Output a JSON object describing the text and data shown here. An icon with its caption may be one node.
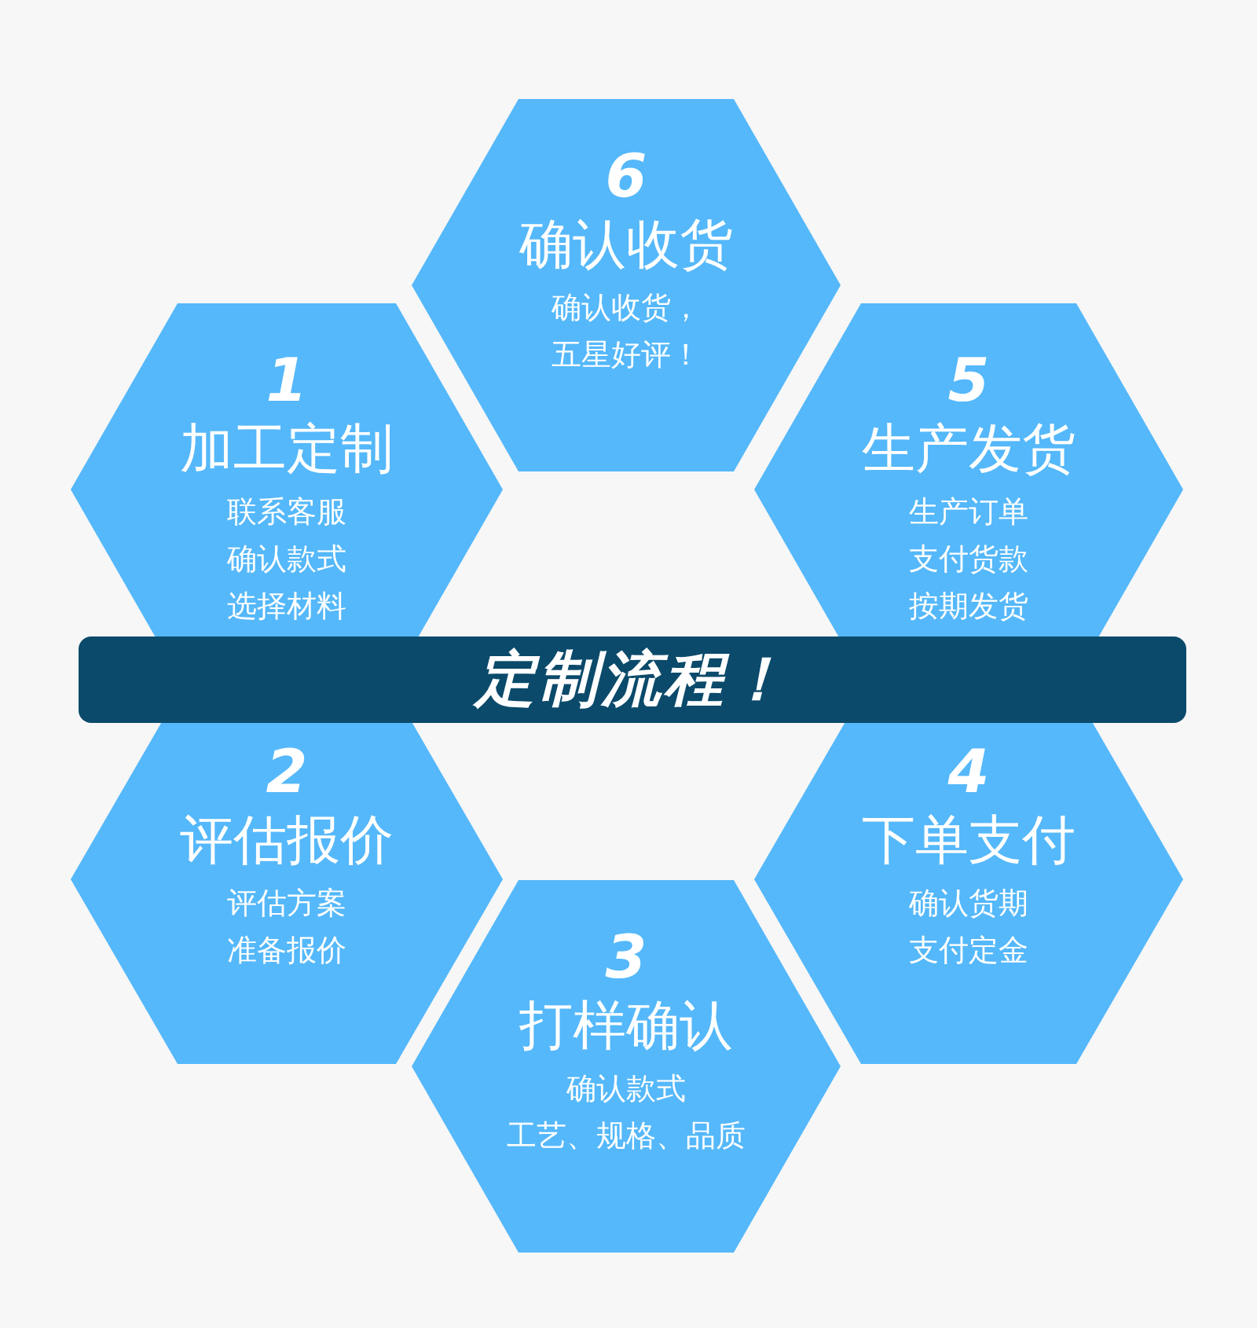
{
  "diagram": {
    "nodes": [
      {
        "text": [
          "6",
          "确认收货",
          "确认收货，",
          "五星好评！"
        ]
      },
      {
        "text": [
          "1",
          "加工定制",
          "联系客服",
          "确认款式",
          "选择材料"
        ]
      },
      {
        "text": [
          "5",
          "生产发货",
          "生产订单",
          "支付货款",
          "按期发货"
        ]
      },
      {
        "text": [
          "定制流程！"
        ]
      },
      {
        "text": [
          "2",
          "评估报价",
          "评估方案",
          "准备报价"
        ]
      },
      {
        "text": [
          "4",
          "下单支付",
          "确认货期",
          "支付定金"
        ]
      },
      {
        "text": [
          "3",
          "打样确认",
          "确认款式",
          "工艺、规格、品质"
        ]
      }
    ]
  }
}
